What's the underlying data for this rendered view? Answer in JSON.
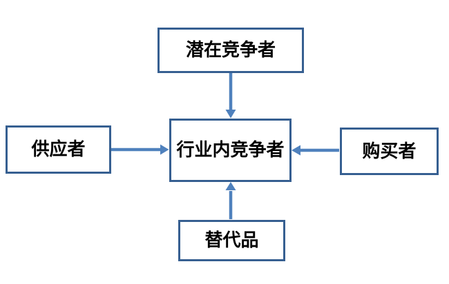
{
  "diagram": {
    "nodes": {
      "top": {
        "id": "potential-competitors",
        "label": "潜在竞争者"
      },
      "left": {
        "id": "suppliers",
        "label": "供应者"
      },
      "center": {
        "id": "industry-competitors",
        "label": "行业内竞争者"
      },
      "right": {
        "id": "buyers",
        "label": "购买者"
      },
      "bottom": {
        "id": "substitutes",
        "label": "替代品"
      }
    },
    "edges": [
      {
        "from": "potential-competitors",
        "to": "industry-competitors",
        "direction": "down"
      },
      {
        "from": "suppliers",
        "to": "industry-competitors",
        "direction": "right"
      },
      {
        "from": "buyers",
        "to": "industry-competitors",
        "direction": "left"
      },
      {
        "from": "substitutes",
        "to": "industry-competitors",
        "direction": "up"
      }
    ]
  },
  "colors": {
    "box_border": "#365f91",
    "arrow": "#4f81bd",
    "text": "#000000",
    "background": "#ffffff"
  }
}
